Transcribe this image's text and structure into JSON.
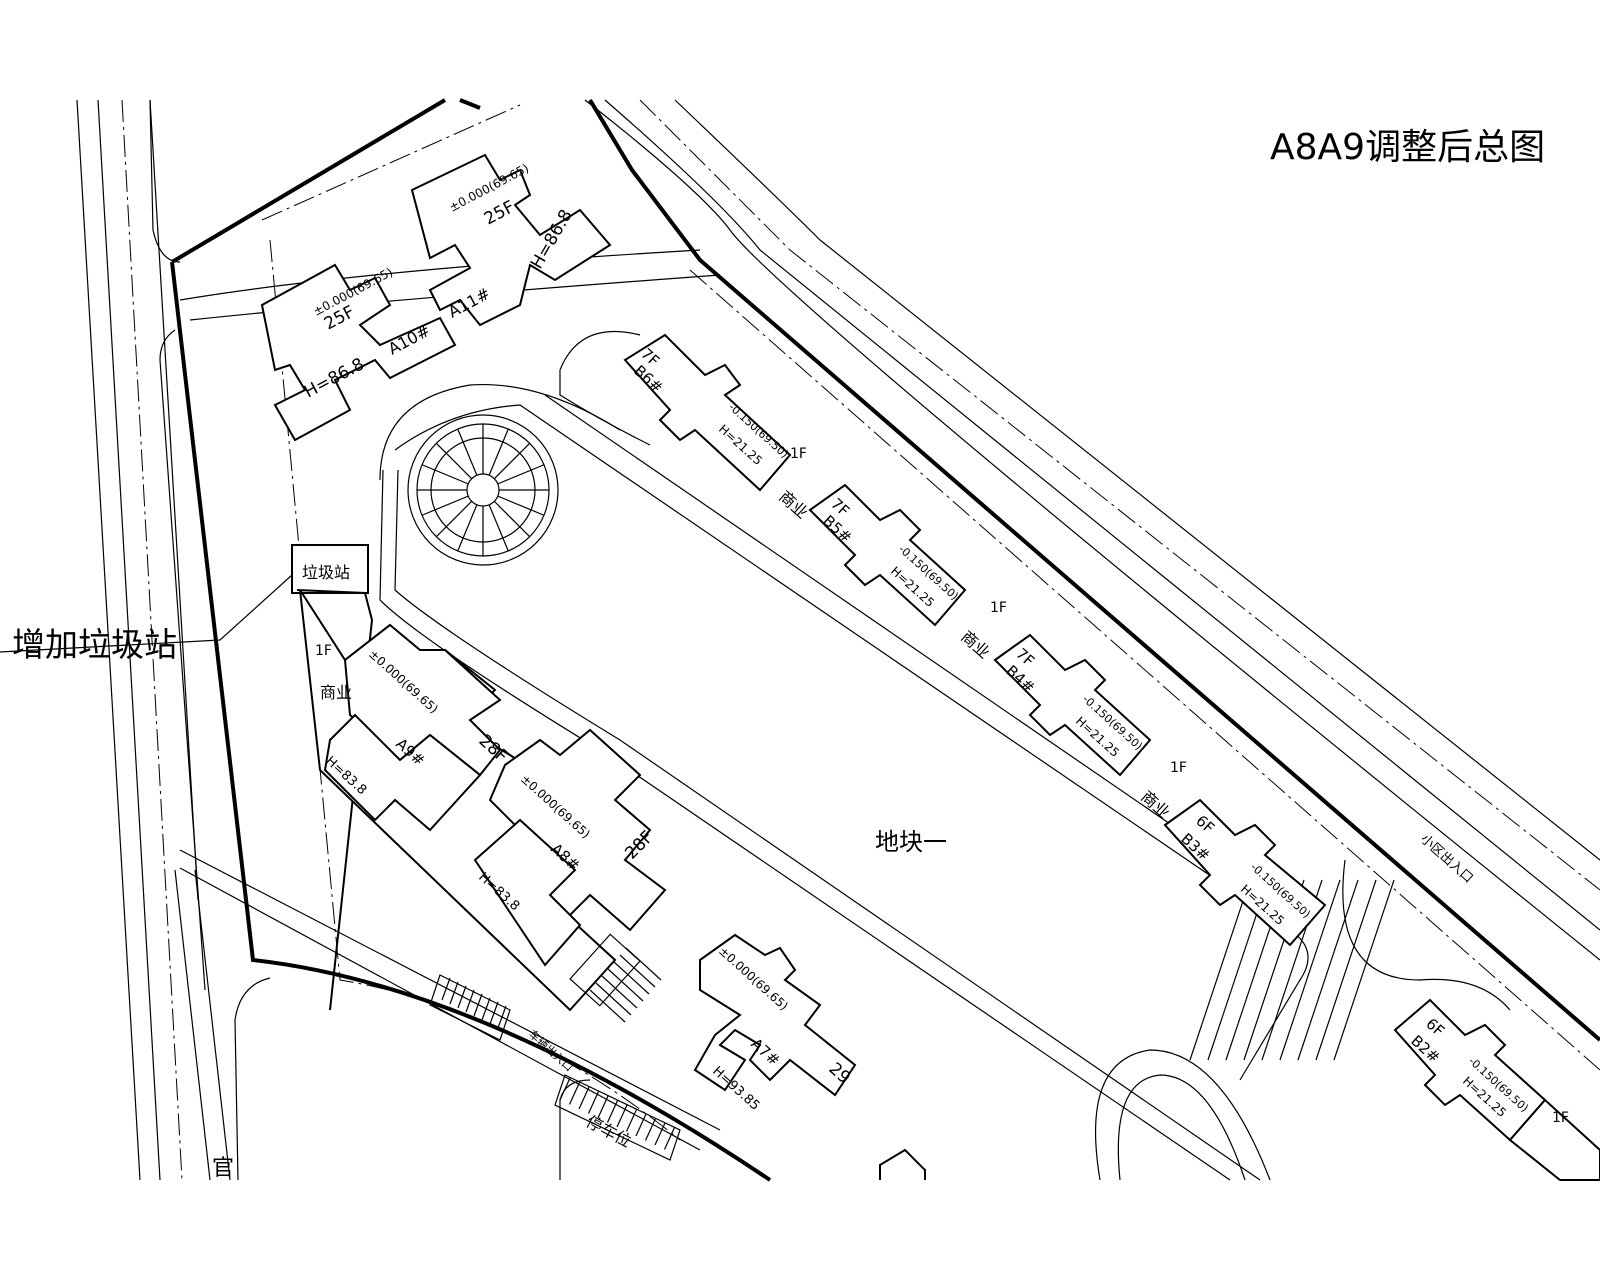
{
  "title": "A8A9调整后总图",
  "annotation": "增加垃圾站",
  "plot_label": "地块一",
  "road_label": "官",
  "garbage_station": "垃圾站",
  "entrances": {
    "community": "小区出入口",
    "vehicle": "车辆出入口"
  },
  "parking_label": "停车位",
  "buildings": {
    "A10": {
      "name": "A10#",
      "floors": "25F",
      "elevation": "±0.000(69.65)",
      "height": "H=86.8"
    },
    "A11": {
      "name": "A11#",
      "floors": "25F",
      "elevation": "±0.000(69.65)",
      "height": "H=86.8"
    },
    "A9": {
      "name": "A9#",
      "floors": "28F",
      "elevation": "±0.000(69.65)",
      "height": "H=83.8"
    },
    "A8": {
      "name": "A8#",
      "floors": "28F",
      "elevation": "±0.000(69.65)",
      "height": "H=83.8"
    },
    "A7": {
      "name": "A7#",
      "floors": "29",
      "elevation": "±0.000(69.65)",
      "height": "H=93.85"
    },
    "B6": {
      "name": "B6#",
      "floors": "7F",
      "elevation": "-0.150(69.50)",
      "height": "H=21.25"
    },
    "B5": {
      "name": "B5#",
      "floors": "7F",
      "elevation": "-0.150(69.50)",
      "height": "H=21.25"
    },
    "B4": {
      "name": "B4#",
      "floors": "7F",
      "elevation": "-0.150(69.50)",
      "height": "H=21.25"
    },
    "B3": {
      "name": "B3#",
      "floors": "6F",
      "elevation": "-0.150(69.50)",
      "height": "H=21.25"
    },
    "B2": {
      "name": "B2#",
      "floors": "6F",
      "elevation": "-0.150(69.50)",
      "height": "H=21.25"
    }
  },
  "podium": {
    "floors": "1F",
    "use": "商业"
  }
}
